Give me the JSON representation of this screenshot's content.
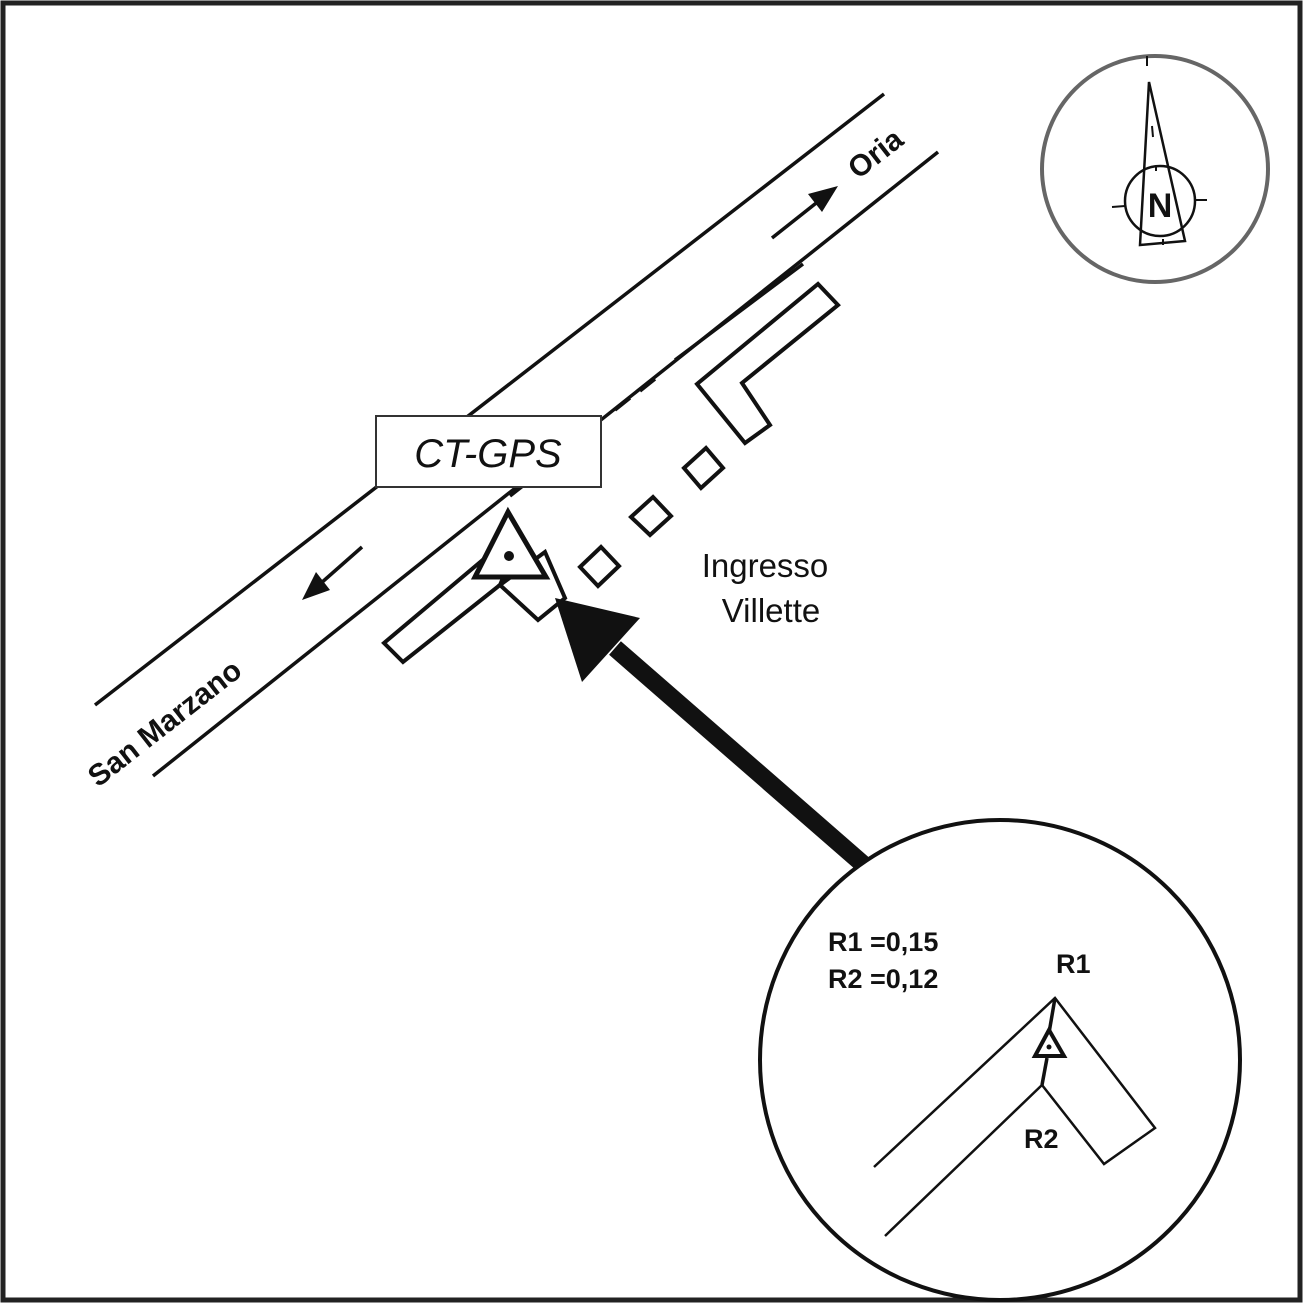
{
  "map": {
    "station_label": "CT-GPS",
    "site_label_line1": "Ingresso",
    "site_label_line2": "Villette",
    "direction_east": "Oria",
    "direction_west": "San Marzano",
    "north_label": "N",
    "colors": {
      "ink": "#111111",
      "compass_ring": "#666666",
      "background": "#ffffff"
    }
  },
  "detail_inset": {
    "measure_r1": "R1 =0,15",
    "measure_r2": "R2 =0,12",
    "point_r1": "R1",
    "point_r2": "R2"
  }
}
